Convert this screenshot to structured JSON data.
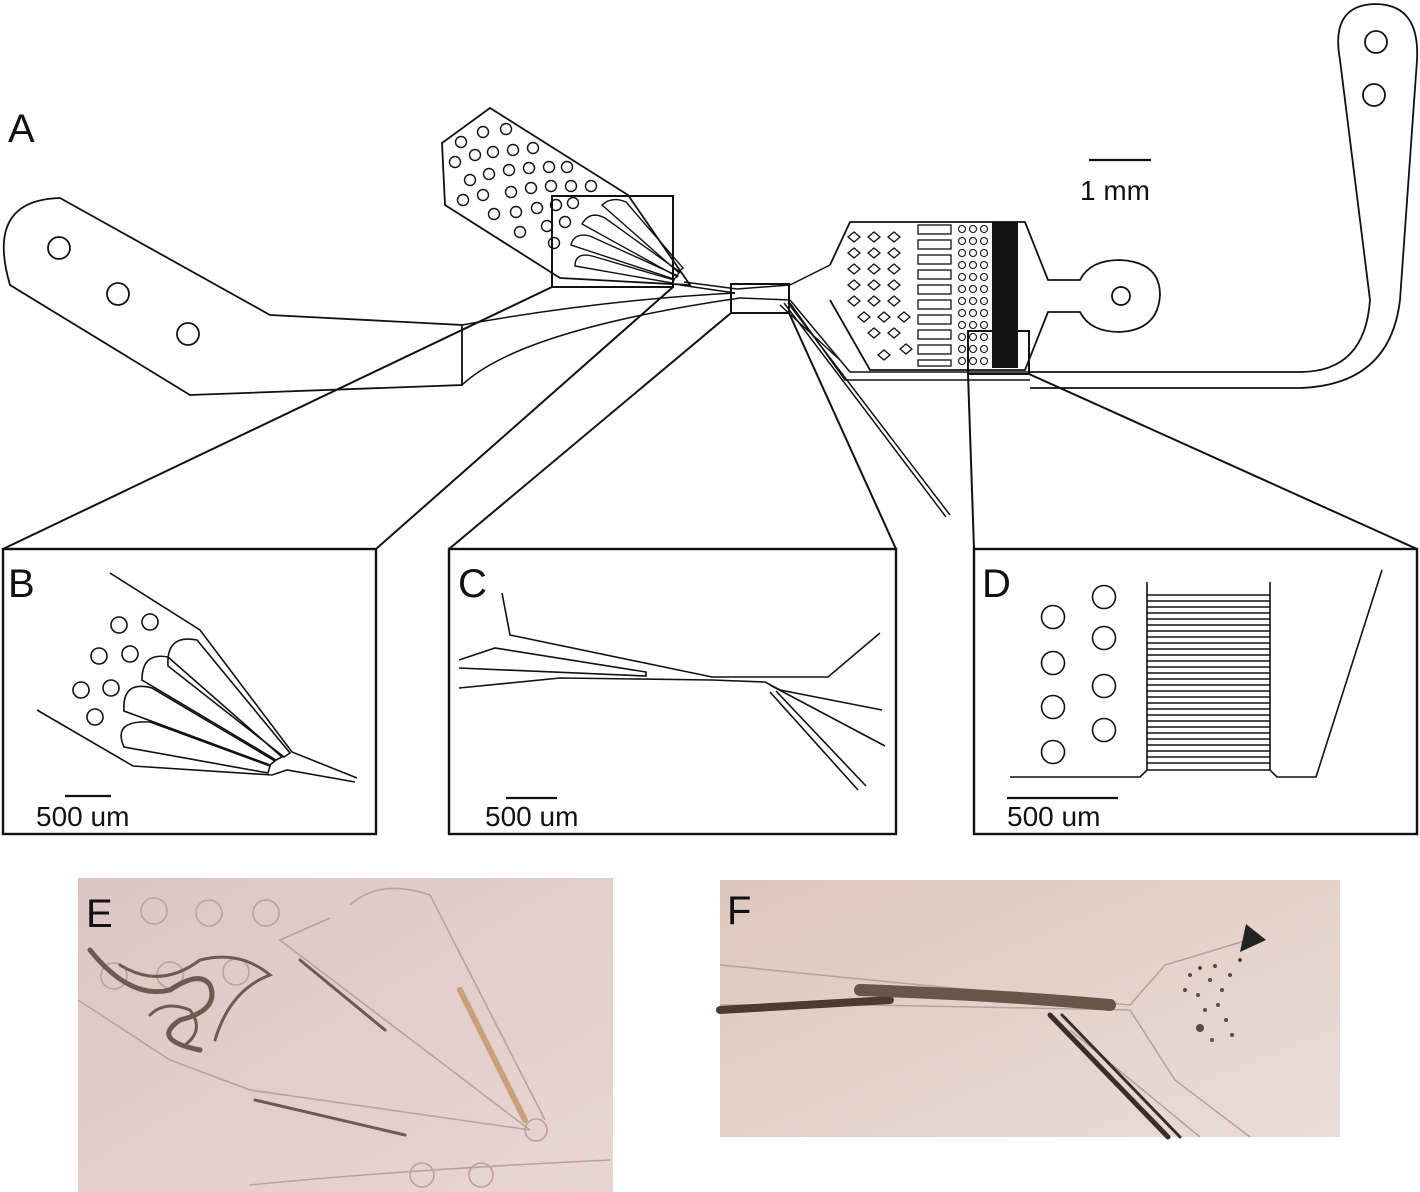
{
  "figure": {
    "panels": {
      "A": {
        "letter": "A",
        "scale_label": "1 mm"
      },
      "B": {
        "letter": "B",
        "scale_label": "500 um"
      },
      "C": {
        "letter": "C",
        "scale_label": "500 um"
      },
      "D": {
        "letter": "D",
        "scale_label": "500 um"
      },
      "E": {
        "letter": "E"
      },
      "F": {
        "letter": "F"
      }
    },
    "colors": {
      "line": "#111111",
      "photo_background": "#e3cfcc",
      "photo_background_f": "#e6d4cf"
    }
  }
}
